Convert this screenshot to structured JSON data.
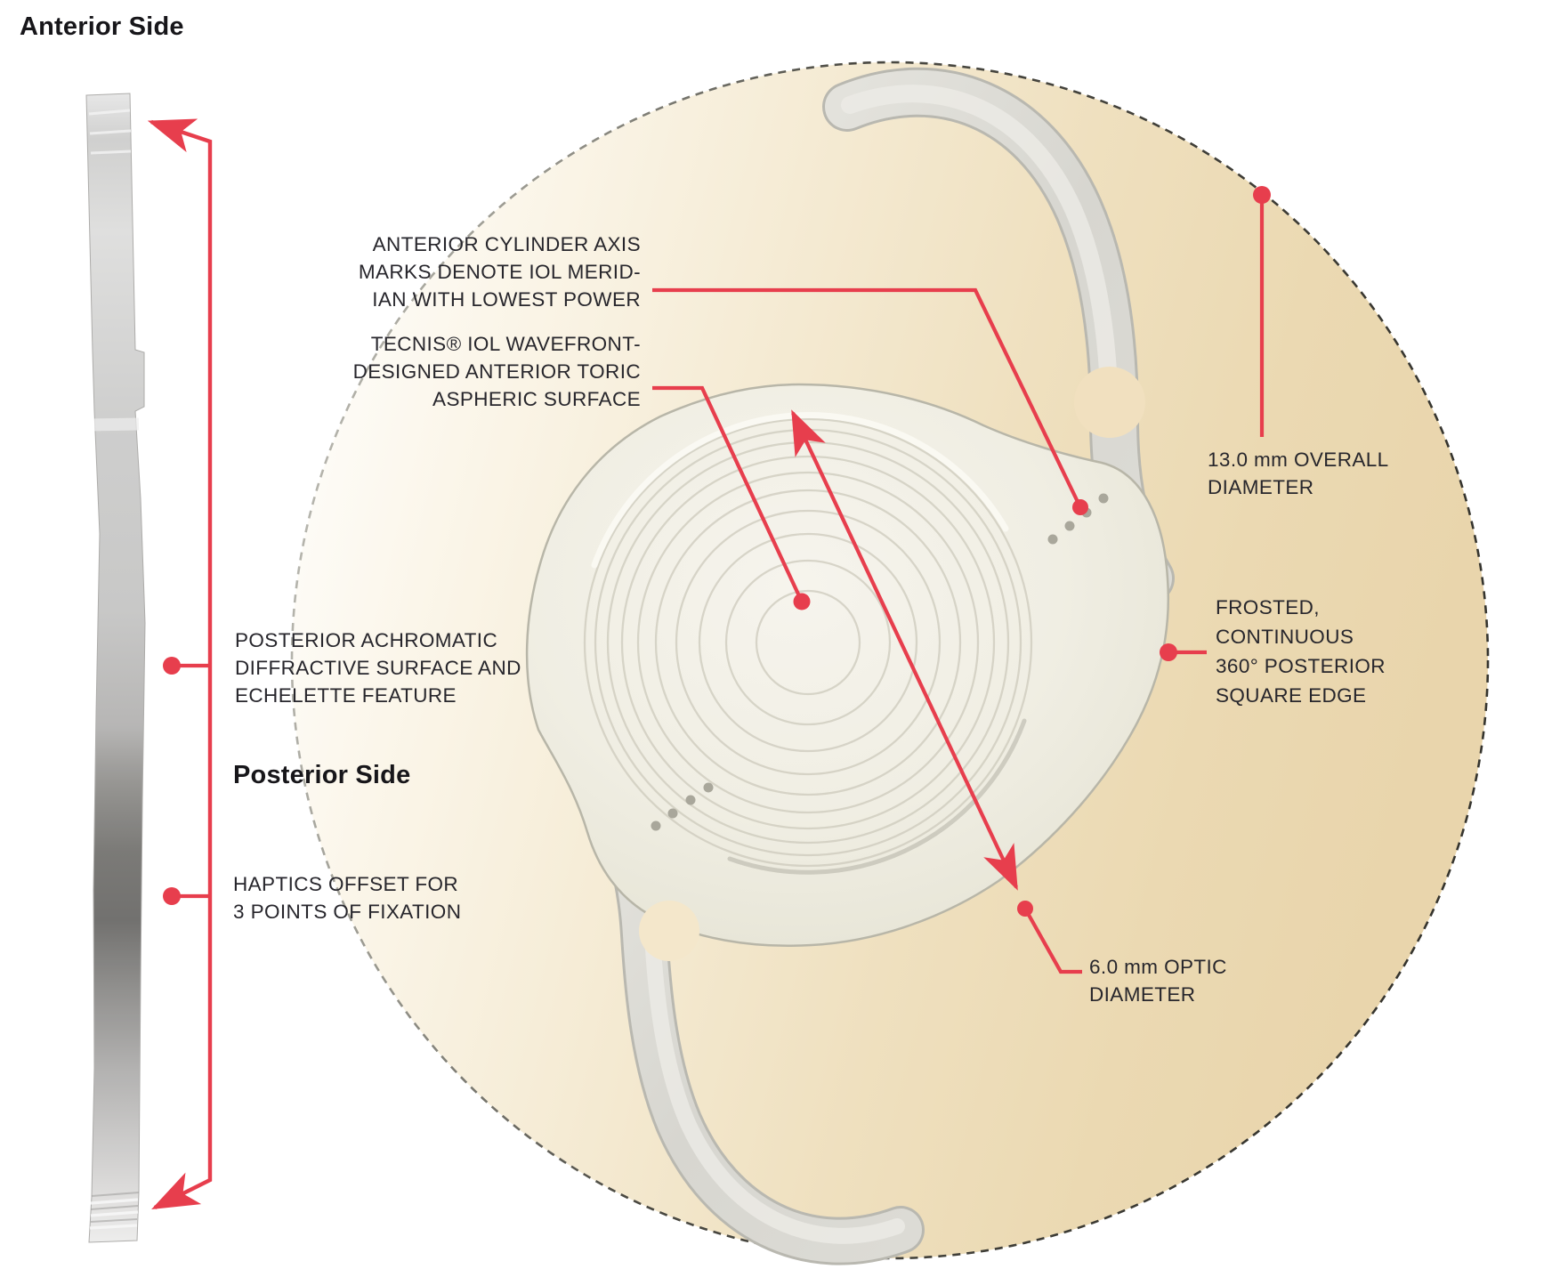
{
  "titles": {
    "anterior": "Anterior Side",
    "posterior": "Posterior Side"
  },
  "labels": {
    "anterior_cylinder": {
      "lines": [
        "ANTERIOR CYLINDER AXIS",
        "MARKS DENOTE IOL MERID-",
        "IAN WITH LOWEST POWER"
      ]
    },
    "tecnis": {
      "lines": [
        "TECNIS® IOL WAVEFRONT-",
        "DESIGNED ANTERIOR TORIC",
        "ASPHERIC SURFACE"
      ]
    },
    "overall_diameter": {
      "lines": [
        "13.0 mm OVERALL",
        "DIAMETER"
      ]
    },
    "frosted_edge": {
      "lines": [
        "FROSTED,",
        "CONTINUOUS",
        "360° POSTERIOR",
        "SQUARE EDGE"
      ]
    },
    "posterior_achromatic": {
      "lines": [
        "POSTERIOR ACHROMATIC",
        "DIFFRACTIVE SURFACE AND",
        "ECHELETTE FEATURE"
      ]
    },
    "haptics_offset": {
      "lines": [
        "HAPTICS OFFSET FOR",
        "3 POINTS OF FIXATION"
      ]
    },
    "optic_diameter": {
      "lines": [
        "6.0 mm OPTIC",
        "DIAMETER"
      ]
    }
  },
  "colors": {
    "accent_red": "#e73e4d",
    "text": "#27262c",
    "circle_beige": "#e9d5ac",
    "circle_light": "#fffdf8",
    "dash_dark": "#35342e",
    "dash_light": "#c8c7c0",
    "lens_ivory": "#f0eee3",
    "lens_rim_gray": "#b8b6a8"
  }
}
